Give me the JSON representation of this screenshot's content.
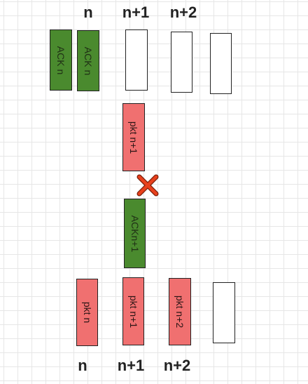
{
  "top_labels": [
    "n",
    "n+1",
    "n+2"
  ],
  "bottom_labels": [
    "n",
    "n+1",
    "n+2"
  ],
  "top_row": [
    {
      "text": "ACK n",
      "kind": "ack"
    },
    {
      "text": "ACK n",
      "kind": "ack"
    },
    {
      "text": "",
      "kind": "empty"
    },
    {
      "text": "",
      "kind": "empty"
    },
    {
      "text": "",
      "kind": "empty"
    }
  ],
  "middle": {
    "pkt_label": "pkt n+1",
    "ack_label": "ACKn+1"
  },
  "bottom_row": [
    {
      "text": "pkt n",
      "kind": "pkt"
    },
    {
      "text": "pkt n+1",
      "kind": "pkt"
    },
    {
      "text": "pkt n+2",
      "kind": "pkt"
    },
    {
      "text": "",
      "kind": "empty"
    }
  ],
  "colors": {
    "ack_fill": "#4a8a2e",
    "pkt_fill": "#f07070",
    "cross": "#e8401c"
  }
}
